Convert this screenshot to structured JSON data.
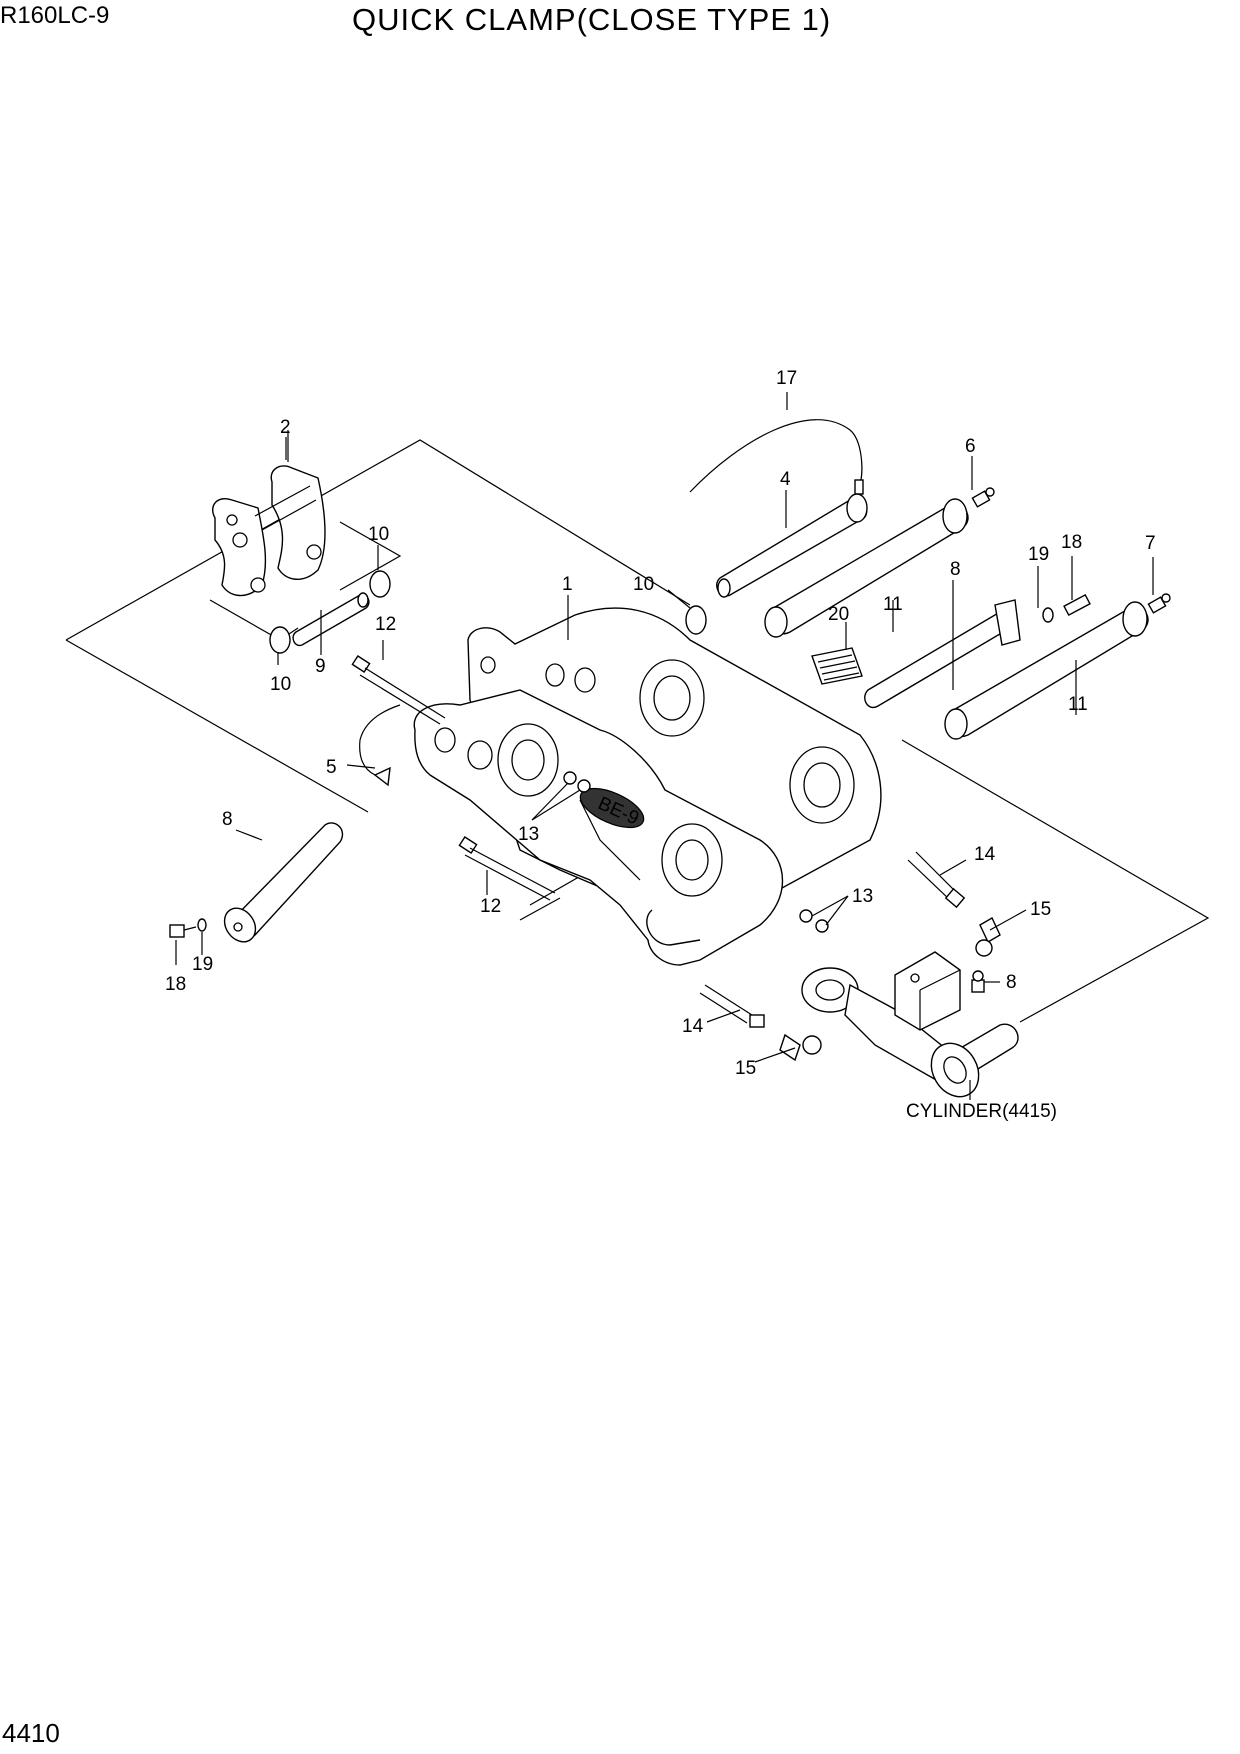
{
  "header": {
    "model": "R160LC-9",
    "title": "QUICK CLAMP(CLOSE TYPE 1)"
  },
  "footer": {
    "page_number": "4410"
  },
  "diagram": {
    "callouts": [
      "1",
      "2",
      "4",
      "5",
      "6",
      "7",
      "8",
      "8",
      "8",
      "9",
      "10",
      "10",
      "10",
      "11",
      "11",
      "12",
      "12",
      "13",
      "13",
      "14",
      "14",
      "15",
      "15",
      "17",
      "18",
      "18",
      "19",
      "19",
      "20"
    ],
    "reference_label": "CYLINDER(4415)",
    "logo_text": "BE-9"
  }
}
